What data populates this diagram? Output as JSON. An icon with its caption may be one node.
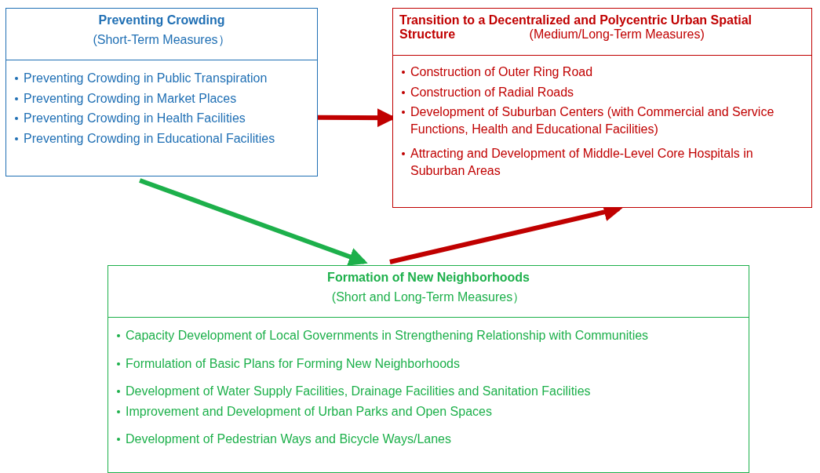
{
  "diagram": {
    "nodes": [
      {
        "text": [
          "Preventing Crowding",
          "(Short-Term Measures）",
          "Preventing Crowding in Public Transpiration",
          "Preventing Crowding in Market Places",
          "Preventing Crowding in Health Facilities",
          "Preventing Crowding in Educational Facilities"
        ]
      },
      {
        "text": [
          "Transition to a Decentralized and Polycentric Urban Spatial Structure",
          "(Medium/Long-Term Measures)",
          "Construction of Outer Ring Road",
          "Construction of Radial Roads",
          "Development of Suburban Centers (with Commercial and Service Functions, Health and Educational Facilities)",
          "Attracting and Development of Middle-Level Core Hospitals in Suburban Areas"
        ]
      },
      {
        "text": [
          "Formation of New Neighborhoods",
          "(Short and Long-Term Measures）",
          "Capacity Development of Local Governments in Strengthening Relationship with Communities",
          "Formulation of Basic Plans for Forming New Neighborhoods",
          "Development of Water Supply Facilities, Drainage Facilities and Sanitation Facilities",
          "Improvement and Development of Urban Parks and Open Spaces",
          "Development of Pedestrian Ways and Bicycle Ways/Lanes"
        ]
      }
    ],
    "edges": [
      {
        "from": 0,
        "to": 1,
        "arrow": "to"
      },
      {
        "from": 0,
        "to": 2,
        "arrow": "to",
        "color": "#1db04b"
      },
      {
        "from": 2,
        "to": 1,
        "arrow": "to"
      }
    ]
  }
}
